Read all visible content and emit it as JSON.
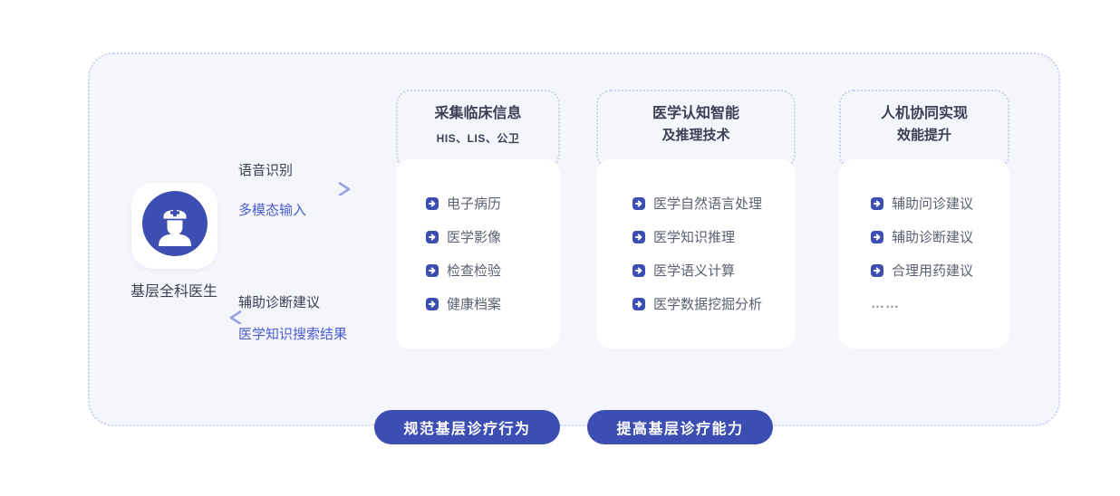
{
  "actor": {
    "label": "基层全科医生",
    "icon": "doctor-avatar-icon"
  },
  "flows": {
    "input": {
      "direction": "right",
      "top_label": "语音识别",
      "bottom_label": "多模态输入"
    },
    "output": {
      "direction": "left",
      "top_label": "辅助诊断建议",
      "bottom_label": "医学知识搜索结果"
    }
  },
  "cards": [
    {
      "title_line1": "采集临床信息",
      "title_line2": "HIS、LIS、公卫",
      "items": [
        "电子病历",
        "医学影像",
        "检查检验",
        "健康档案"
      ]
    },
    {
      "title_line1": "医学认知智能",
      "title_line2": "及推理技术",
      "items": [
        "医学自然语言处理",
        "医学知识推理",
        "医学语义计算",
        "医学数据挖掘分析"
      ]
    },
    {
      "title_line1": "人机协同实现",
      "title_line2": "效能提升",
      "items": [
        "辅助问诊建议",
        "辅助诊断建议",
        "合理用药建议"
      ],
      "ellipsis": "……"
    }
  ],
  "pills": [
    {
      "label": "规范基层诊疗行为"
    },
    {
      "label": "提高基层诊疗能力"
    }
  ],
  "colors": {
    "primary_blue": "#3d4eb2",
    "link_blue": "#4a5cce",
    "arrow": "#a6b0e8",
    "frame_bg": "#f5f6fc",
    "dotted_border": "#ced3f1",
    "dark_text": "#3b4054",
    "item_text": "#5b6072"
  }
}
